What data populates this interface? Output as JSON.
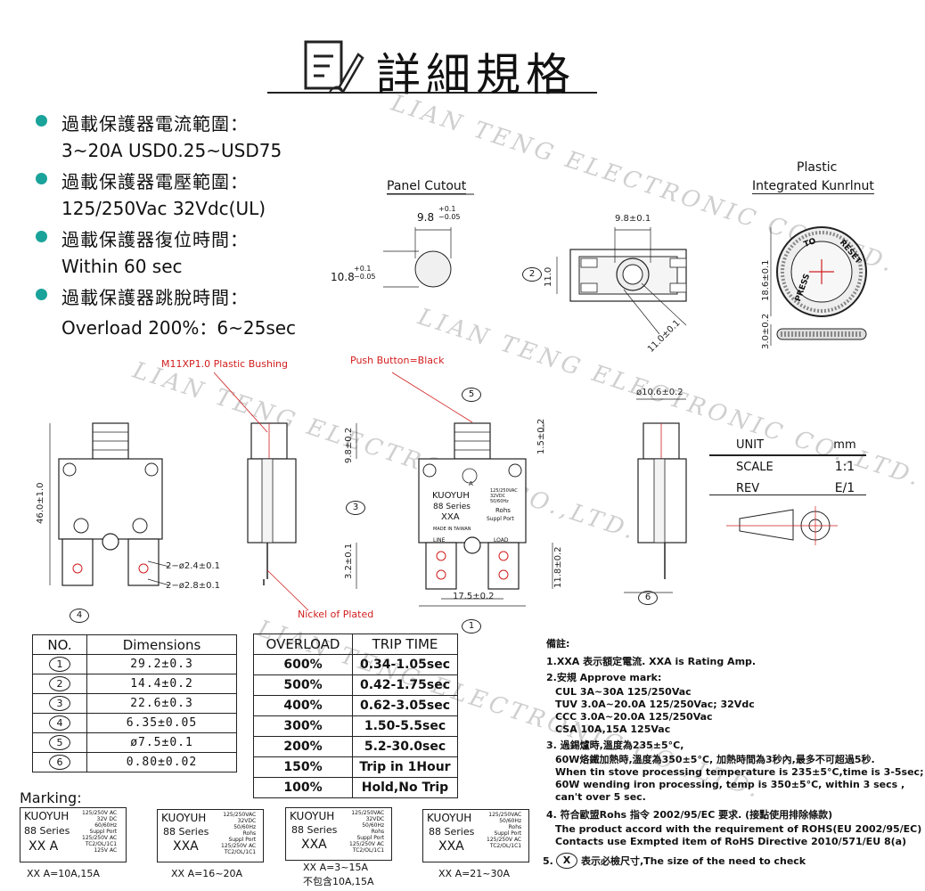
{
  "header": {
    "title": "詳細規格"
  },
  "watermark": {
    "text": "LIAN TENG ELECTRONIC CO.,LTD."
  },
  "specs": [
    {
      "label": "過載保護器電流範圍：",
      "value": "3~20A USD0.25~USD75"
    },
    {
      "label": "過載保護器電壓範圍：",
      "value": "125/250Vac 32Vdc(UL)"
    },
    {
      "label": "過載保護器復位時間：",
      "value": "Within 60 sec"
    },
    {
      "label": "過載保護器跳脫時間：",
      "value": "Overload 200%：6~25sec"
    }
  ],
  "drawing": {
    "panel_cutout_title": "Panel Cutout",
    "plastic_title_1": "Plastic",
    "plastic_title_2": "Integrated Kunrlnut",
    "dim_98_main": "9.8",
    "dim_98_tol": "+0.1\n−0.05",
    "dim_108_main": "10.8",
    "dim_108_tol": "+0.1\n−0.05",
    "dim_98_01": "9.8±0.1",
    "dim_110": "11.0",
    "dim_110_01": "11.0±0.1",
    "dim_186": "18.6±0.1",
    "dim_30": "3.0±0.2",
    "press": "PRESS",
    "to": "TO",
    "reset": "RESET",
    "bushing_label": "M11XP1.0 Plastic Bushing",
    "pushbutton_label": "Push Button=Black",
    "nickel_label": "Nickel of Plated",
    "dim_46": "46.0±1.0",
    "dim_98_02": "9.8±0.2",
    "dim_15": "1.5±0.2",
    "dim_32": "3.2±0.1",
    "dim_118": "11.8±0.2",
    "dim_175": "17.5±0.2",
    "dim_106": "ø10.6±0.2",
    "hole_24": "2−ø2.4±0.1",
    "hole_28": "2−ø2.8±0.1",
    "face_brand": "KUOYUH",
    "face_series": "88 Series",
    "face_xxa": "XXA",
    "face_rohs": "Rohs",
    "face_line": "LINE",
    "face_load": "LOAD",
    "face_a": "A",
    "face_small": "125/250VAC\n32VDC\n50/60Hz",
    "face_suppl": "Suppl Port",
    "face_made": "MADE IN TAIWAN",
    "callouts": [
      "1",
      "2",
      "3",
      "4",
      "5",
      "6"
    ]
  },
  "unit_table": {
    "rows": [
      {
        "k": "UNIT",
        "v": "mm"
      },
      {
        "k": "SCALE",
        "v": "1:1"
      },
      {
        "k": "REV",
        "v": "E/1"
      }
    ]
  },
  "dimensions_table": {
    "headers": [
      "NO.",
      "Dimensions"
    ],
    "rows": [
      {
        "no": "1",
        "dim": "29.2±0.3"
      },
      {
        "no": "2",
        "dim": "14.4±0.2"
      },
      {
        "no": "3",
        "dim": "22.6±0.3"
      },
      {
        "no": "4",
        "dim": "6.35±0.05"
      },
      {
        "no": "5",
        "dim": "ø7.5±0.1"
      },
      {
        "no": "6",
        "dim": "0.80±0.02"
      }
    ]
  },
  "overload_table": {
    "headers": [
      "OVERLOAD",
      "TRIP TIME"
    ],
    "rows": [
      {
        "ov": "600%",
        "tt": "0.34-1.05sec"
      },
      {
        "ov": "500%",
        "tt": "0.42-1.75sec"
      },
      {
        "ov": "400%",
        "tt": "0.62-3.05sec"
      },
      {
        "ov": "300%",
        "tt": "1.50-5.5sec"
      },
      {
        "ov": "200%",
        "tt": "5.2-30.0sec"
      },
      {
        "ov": "150%",
        "tt": "Trip in 1Hour"
      },
      {
        "ov": "100%",
        "tt": "Hold,No Trip"
      }
    ]
  },
  "notes": {
    "title": "備註:",
    "n1": "1.XXA 表示額定電流. XXA is Rating Amp.",
    "n2": "2.安規 Approve mark:",
    "n2_lines": [
      "CUL 3A~30A  125/250Vac",
      "TUV 3.0A~20.0A  125/250Vac; 32Vdc",
      "CCC 3.0A~20.0A  125/250Vac",
      "CSA 10A,15A 125Vac"
    ],
    "n3": "3. 過錫爐時,溫度為235±5°C,",
    "n3_lines": [
      "60W烙鐵加熱時,溫度為350±5°C, 加熱時間為3秒內,最多不可超過5秒.",
      "When tin stove processing temperature is 235±5°C,time is 3-5sec;",
      "60W wending iron processing, temp is 350±5°C, within 3 secs ,",
      "can't over 5 sec."
    ],
    "n4": "4. 符合歐盟Rohs 指令 2002/95/EC 要求. (接點使用排除條款)",
    "n4_lines": [
      "The product accord with the requirement of ROHS(EU 2002/95/EC)",
      "Contacts use Exmpted item of RoHS Directive 2010/571/EU 8(a)"
    ],
    "n5_prefix": "5.",
    "n5_symbol": "X",
    "n5_text": "表示必檢尺寸,The size of the need to check"
  },
  "marking": {
    "title": "Marking:",
    "items": [
      {
        "brand": "KUOYUH",
        "series": "88 Series",
        "xxa": "XX A",
        "caption": "XX A=10A,15A",
        "caption2": "",
        "small": "125/250V AC\n32V DC\n60/60Hz\nSuppl Port\n125/250V AC\nTC2/OL/1C1\n125V AC"
      },
      {
        "brand": "KUOYUH",
        "series": "88 Series",
        "xxa": "XXA",
        "caption": "XX A=16~20A",
        "caption2": "",
        "small": "125/250VAC\n32VDC\n50/60Hz\nRohs\nSuppl Port\n125/250V AC\nTC2/OL/1C1"
      },
      {
        "brand": "KUOYUH",
        "series": "88 Series",
        "xxa": "XXA",
        "caption": "XX A=3~15A",
        "caption2": "不包含10A,15A",
        "small": "125/250VAC\n32VDC\n50/60Hz\nRohs\nSuppl Port\n125/250V AC\nTC2/OL/1C1"
      },
      {
        "brand": "KUOYUH",
        "series": "88 Series",
        "xxa": "XXA",
        "caption": "XX A=21~30A",
        "caption2": "",
        "small": "125/250VAC\n50/60Hz\nRohs\nSuppl Port\n125/250V AC\nTC2/OL/1C1"
      }
    ]
  },
  "colors": {
    "accent": "#1aa39a",
    "red": "#d21e1e",
    "line": "#222222"
  }
}
